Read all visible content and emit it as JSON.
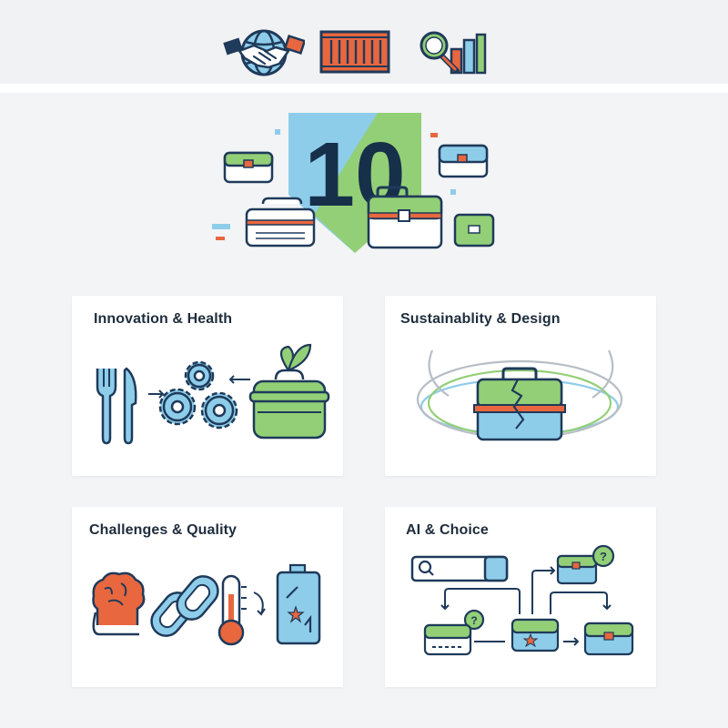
{
  "top_icons": [
    "global-trade-handshake-icon",
    "shipping-container-icon",
    "market-research-icon"
  ],
  "hero": {
    "number": "10",
    "colors": {
      "blue": "#8ecdea",
      "green": "#93cf77",
      "navy": "#16304a",
      "orange": "#e8673f"
    }
  },
  "cards": [
    {
      "title": "Innovation & Health",
      "icons": [
        "fork-knife-icon",
        "gears-icon",
        "sprouting-lunchbox-icon"
      ]
    },
    {
      "title": "Sustainablity & Design",
      "icons": [
        "cracked-lunchbox-icon",
        "swirl-lines-icon"
      ]
    },
    {
      "title": "Challenges & Quality",
      "icons": [
        "brain-head-icon",
        "chain-link-icon",
        "thermometer-icon",
        "battery-icon"
      ]
    },
    {
      "title": "AI & Choice",
      "icons": [
        "search-bar-icon",
        "lunchbox-flow-icon",
        "question-bubble-icon"
      ]
    }
  ],
  "palette": {
    "navy": "#1f3a5a",
    "blue": "#8ecdea",
    "green": "#93cf77",
    "orange": "#e8673f",
    "white": "#ffffff"
  }
}
